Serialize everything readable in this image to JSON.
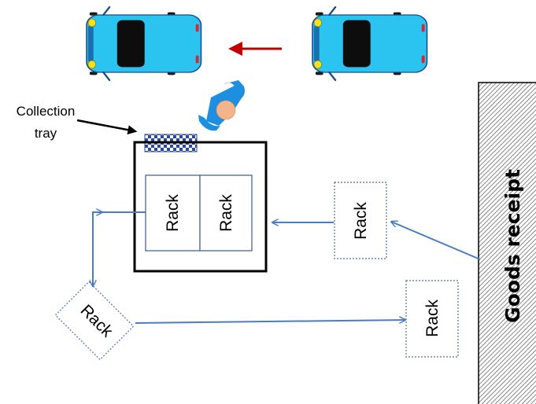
{
  "labels": {
    "collection_tray": [
      "Collection",
      "tray"
    ],
    "rack": "Rack",
    "goods_receipt": "Goods receipt"
  },
  "colors": {
    "car_body": "#2bc3f0",
    "car_outline": "#1a4a8c",
    "arrow_red": "#c00000",
    "flow_arrow": "#4a7cc0",
    "worker_blue": "#1e8fe0",
    "worker_head": "#f2b48a",
    "rack_dotted_border": "#6a84b4",
    "tray_checker": "#2c4a9a"
  },
  "icons": [
    "car-icon",
    "worker-icon",
    "checkered-tray-icon"
  ]
}
